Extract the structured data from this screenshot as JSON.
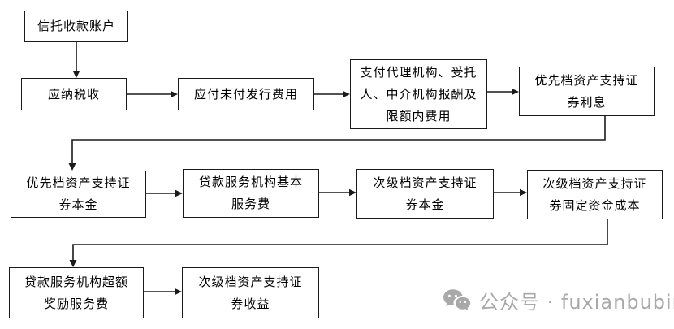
{
  "diagram": {
    "type": "flowchart",
    "description": "ABS payment waterfall from trust collection account",
    "nodes": {
      "trust_account": {
        "label": "信托收款账户",
        "lines": [
          "信托收款账户"
        ]
      },
      "taxes": {
        "label": "应纳税收",
        "lines": [
          "应纳税收"
        ]
      },
      "unpaid_issuance_fees": {
        "label": "应付未付发行费用",
        "lines": [
          "应付未付发行费用"
        ]
      },
      "agency_intermediary_fees": {
        "label": "支付代理机构、受托人、中介机构报酬及限额内费用",
        "lines": [
          "支付代理机构、受托",
          "人、中介机构报酬及",
          "限额内费用"
        ]
      },
      "senior_interest": {
        "label": "优先档资产支持证券利息",
        "lines": [
          "优先档资产支持证",
          "券利息"
        ]
      },
      "senior_principal": {
        "label": "优先档资产支持证券本金",
        "lines": [
          "优先档资产支持证",
          "券本金"
        ]
      },
      "servicer_base_fee": {
        "label": "贷款服务机构基本服务费",
        "lines": [
          "贷款服务机构基本",
          "服务费"
        ]
      },
      "sub_principal": {
        "label": "次级档资产支持证券本金",
        "lines": [
          "次级档资产支持证",
          "券本金"
        ]
      },
      "sub_fixed_cost": {
        "label": "次级档资产支持证券固定资金成本",
        "lines": [
          "次级档资产支持证",
          "券固定资金成本"
        ]
      },
      "servicer_excess_fee": {
        "label": "贷款服务机构超额奖励服务费",
        "lines": [
          "贷款服务机构超额",
          "奖励服务费"
        ]
      },
      "sub_residual": {
        "label": "次级档资产支持证券收益",
        "lines": [
          "次级档资产支持证",
          "券收益"
        ]
      }
    },
    "edges": [
      {
        "from": "trust_account",
        "to": "taxes"
      },
      {
        "from": "taxes",
        "to": "unpaid_issuance_fees"
      },
      {
        "from": "unpaid_issuance_fees",
        "to": "agency_intermediary_fees"
      },
      {
        "from": "agency_intermediary_fees",
        "to": "senior_interest"
      },
      {
        "from": "senior_interest",
        "to": "senior_principal"
      },
      {
        "from": "senior_principal",
        "to": "servicer_base_fee"
      },
      {
        "from": "servicer_base_fee",
        "to": "sub_principal"
      },
      {
        "from": "sub_principal",
        "to": "sub_fixed_cost"
      },
      {
        "from": "sub_fixed_cost",
        "to": "servicer_excess_fee"
      },
      {
        "from": "servicer_excess_fee",
        "to": "sub_residual"
      }
    ]
  },
  "watermark": {
    "icon": "wechat-icon",
    "text": "公众号 · fuxianbubin"
  },
  "colors": {
    "background": "#ffffff",
    "box_border": "#1a1a1a",
    "line": "#1a1a1a",
    "text": "#000000",
    "watermark": "#a9a9a9"
  }
}
